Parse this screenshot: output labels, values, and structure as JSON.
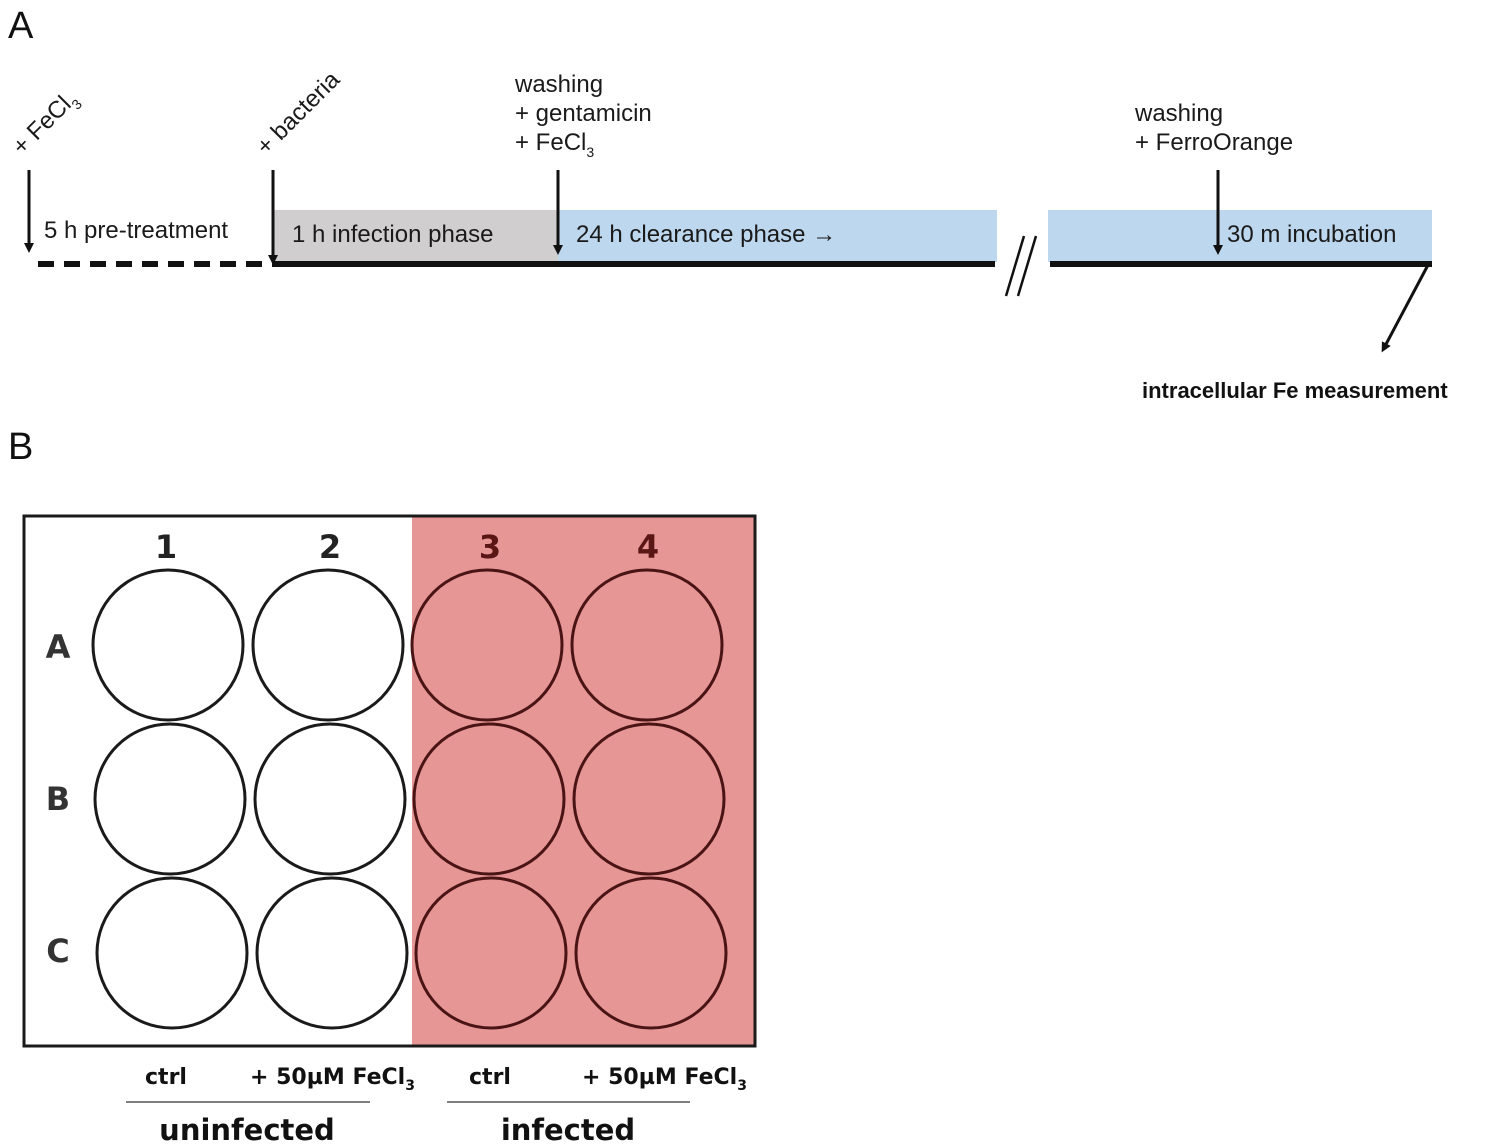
{
  "panelA": {
    "label": "A",
    "events": {
      "fecl3": "+ FeCl",
      "fecl3_sub": "3",
      "bacteria": "+ bacteria",
      "wash1_line1": "washing",
      "wash1_line2": "+ gentamicin",
      "wash1_line3": "+ FeCl",
      "wash1_line3_sub": "3",
      "wash2_line1": "washing",
      "wash2_line2": "+ FerroOrange"
    },
    "phases": {
      "pretreatment": "5 h pre-treatment",
      "infection": "1 h infection phase",
      "clearance": "24 h clearance phase →",
      "incubation": "30 m incubation"
    },
    "measurement": "intracellular Fe measurement",
    "colors": {
      "infection_bg": "#d0cece",
      "clearance_bg": "#bdd7ee"
    }
  },
  "panelB": {
    "label": "B",
    "columns": [
      "1",
      "2",
      "3",
      "4"
    ],
    "rows": [
      "A",
      "B",
      "C"
    ],
    "footer": {
      "col1": "ctrl",
      "col2": "+ 50µM FeCl",
      "col2_sub": "3",
      "col3": "ctrl",
      "col4": "+ 50µM FeCl",
      "col4_sub": "3",
      "group1": "uninfected",
      "group2": "infected"
    },
    "colors": {
      "infected_bg": "#e79696",
      "infected_stroke": "#4a1414",
      "infected_text": "#5a1515"
    }
  }
}
